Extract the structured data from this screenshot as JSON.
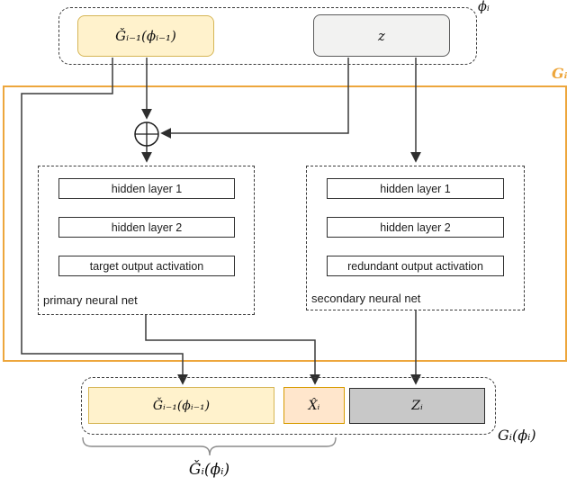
{
  "figure": {
    "type": "neural-network-architecture-diagram",
    "colors": {
      "accent_orange": "#EDA63C",
      "yellow_fill": "#FFF2CC",
      "yellow_border": "#D6B656",
      "peach_fill": "#FFE6CC",
      "peach_border": "#D79B00",
      "noise_fill": "#F2F2F1",
      "output_gray_fill": "#C8C8C8",
      "line_color": "#3a3a3a"
    }
  },
  "top_group": {
    "label": "ϕᵢ",
    "prev_generator_box": "Ǧᵢ₋₁(ϕᵢ₋₁)",
    "noise_box": "z"
  },
  "gi_region": {
    "label": "Gᵢ"
  },
  "xor_node": {
    "meaning": "xor-combine"
  },
  "primary_net": {
    "label": "primary neural net",
    "layers": [
      "hidden layer 1",
      "hidden layer 2",
      "target output activation"
    ]
  },
  "secondary_net": {
    "label": "secondary neural net",
    "layers": [
      "hidden layer 1",
      "hidden layer 2",
      "redundant output activation"
    ]
  },
  "output_group": {
    "label": "Gᵢ(ϕᵢ)",
    "prev_output_box": "Ǧᵢ₋₁(ϕᵢ₋₁)",
    "target_output_box": "X̂ᵢ",
    "redundant_output_box": "Zᵢ"
  },
  "brace": {
    "label": "Ǧᵢ(ϕᵢ)"
  }
}
